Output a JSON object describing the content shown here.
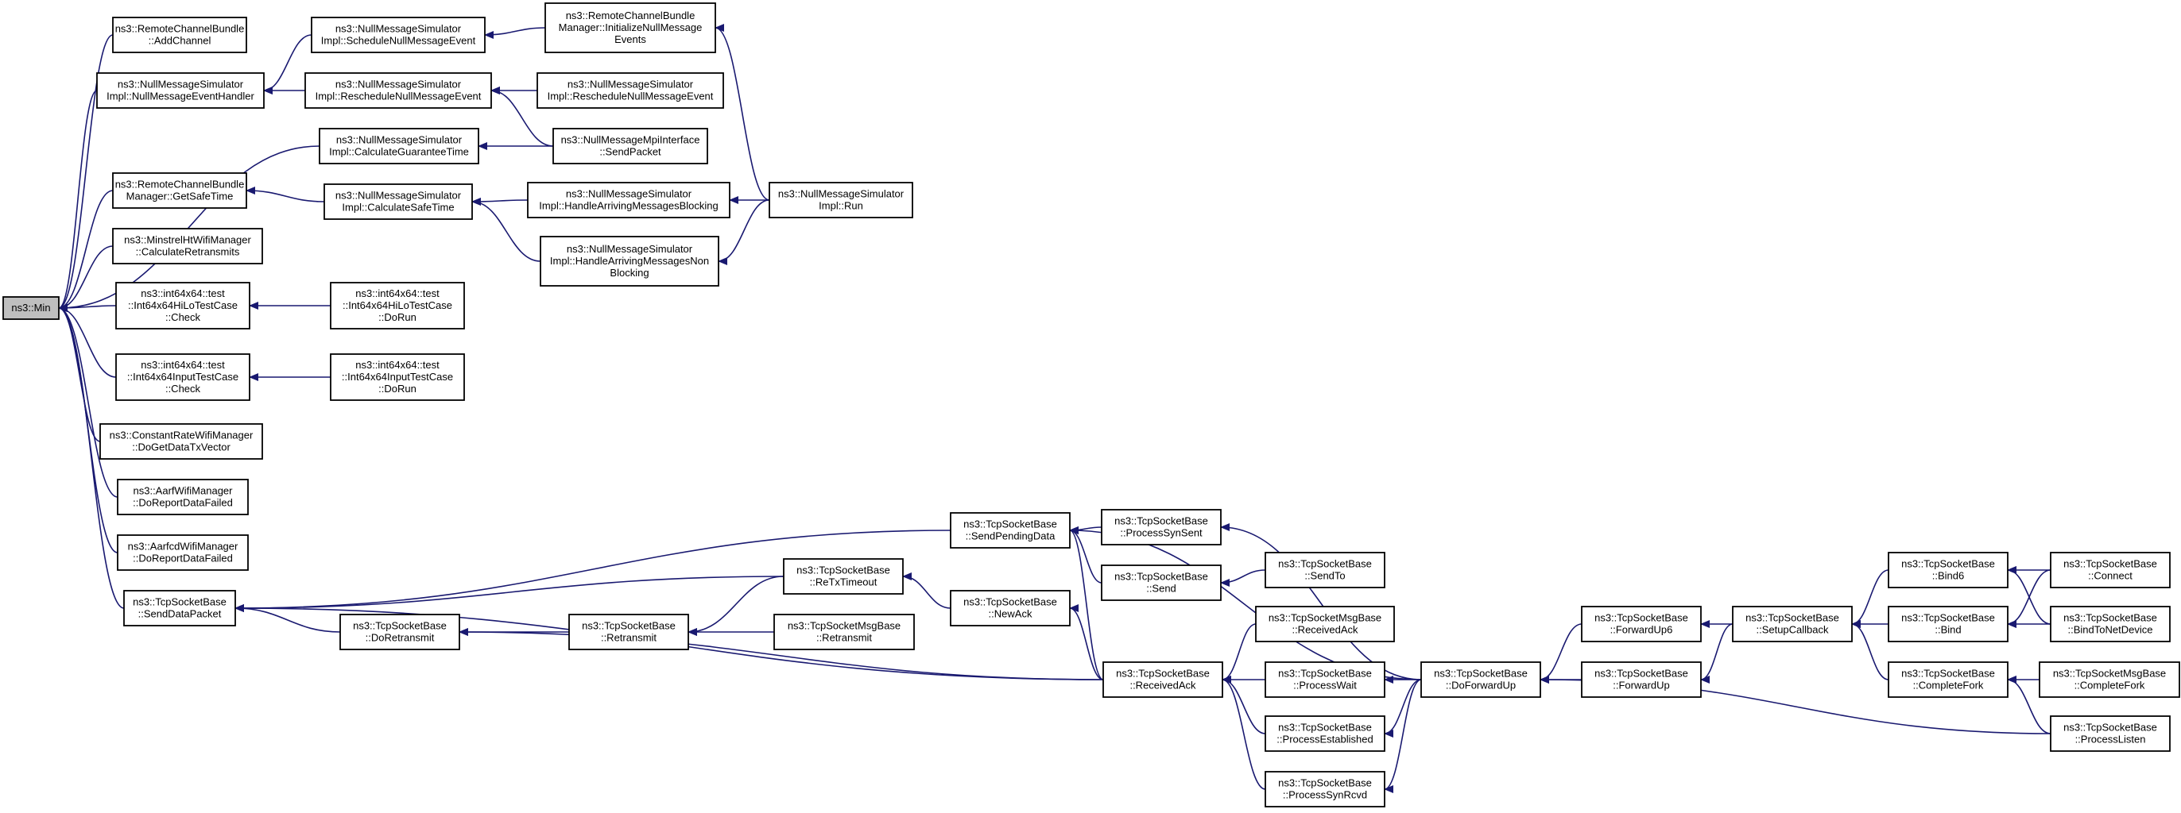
{
  "diagram": {
    "nodes": [
      {
        "id": "min",
        "lines": [
          "ns3::Min"
        ],
        "root": true
      },
      {
        "id": "addch",
        "lines": [
          "ns3::RemoteChannelBundle",
          "::AddChannel"
        ]
      },
      {
        "id": "nmhandler",
        "lines": [
          "ns3::NullMessageSimulator",
          "Impl::NullMessageEventHandler"
        ]
      },
      {
        "id": "calcguar",
        "lines": [
          "ns3::NullMessageSimulator",
          "Impl::CalculateGuaranteeTime"
        ]
      },
      {
        "id": "getsafe",
        "lines": [
          "ns3::RemoteChannelBundle",
          "Manager::GetSafeTime"
        ]
      },
      {
        "id": "minstrel",
        "lines": [
          "ns3::MinstrelHtWifiManager",
          "::CalculateRetransmits"
        ]
      },
      {
        "id": "hilocheck",
        "lines": [
          "ns3::int64x64::test",
          "::Int64x64HiLoTestCase",
          "::Check"
        ]
      },
      {
        "id": "inputcheck",
        "lines": [
          "ns3::int64x64::test",
          "::Int64x64InputTestCase",
          "::Check"
        ]
      },
      {
        "id": "constrate",
        "lines": [
          "ns3::ConstantRateWifiManager",
          "::DoGetDataTxVector"
        ]
      },
      {
        "id": "aarf",
        "lines": [
          "ns3::AarfWifiManager",
          "::DoReportDataFailed"
        ]
      },
      {
        "id": "aarfcd",
        "lines": [
          "ns3::AarfcdWifiManager",
          "::DoReportDataFailed"
        ]
      },
      {
        "id": "senddata",
        "lines": [
          "ns3::TcpSocketBase",
          "::SendDataPacket"
        ]
      },
      {
        "id": "schednull",
        "lines": [
          "ns3::NullMessageSimulator",
          "Impl::ScheduleNullMessageEvent"
        ]
      },
      {
        "id": "reschedA",
        "lines": [
          "ns3::NullMessageSimulator",
          "Impl::RescheduleNullMessageEvent"
        ]
      },
      {
        "id": "calcsafe",
        "lines": [
          "ns3::NullMessageSimulator",
          "Impl::CalculateSafeTime"
        ]
      },
      {
        "id": "hilorun",
        "lines": [
          "ns3::int64x64::test",
          "::Int64x64HiLoTestCase",
          "::DoRun"
        ]
      },
      {
        "id": "inputrun",
        "lines": [
          "ns3::int64x64::test",
          "::Int64x64InputTestCase",
          "::DoRun"
        ]
      },
      {
        "id": "initnull",
        "lines": [
          "ns3::RemoteChannelBundle",
          "Manager::InitializeNullMessage",
          "Events"
        ]
      },
      {
        "id": "reschedB",
        "lines": [
          "ns3::NullMessageSimulator",
          "Impl::RescheduleNullMessageEvent"
        ]
      },
      {
        "id": "mpisend",
        "lines": [
          "ns3::NullMessageMpiInterface",
          "::SendPacket"
        ]
      },
      {
        "id": "harrblock",
        "lines": [
          "ns3::NullMessageSimulator",
          "Impl::HandleArrivingMessagesBlocking"
        ]
      },
      {
        "id": "harrnon",
        "lines": [
          "ns3::NullMessageSimulator",
          "Impl::HandleArrivingMessagesNon",
          "Blocking"
        ]
      },
      {
        "id": "simrun",
        "lines": [
          "ns3::NullMessageSimulator",
          "Impl::Run"
        ]
      },
      {
        "id": "doretrans",
        "lines": [
          "ns3::TcpSocketBase",
          "::DoRetransmit"
        ]
      },
      {
        "id": "retrans",
        "lines": [
          "ns3::TcpSocketBase",
          "::Retransmit"
        ]
      },
      {
        "id": "rtxtimeout",
        "lines": [
          "ns3::TcpSocketBase",
          "::ReTxTimeout"
        ]
      },
      {
        "id": "msgretrans",
        "lines": [
          "ns3::TcpSocketMsgBase",
          "::Retransmit"
        ]
      },
      {
        "id": "sendpending",
        "lines": [
          "ns3::TcpSocketBase",
          "::SendPendingData"
        ]
      },
      {
        "id": "newack",
        "lines": [
          "ns3::TcpSocketBase",
          "::NewAck"
        ]
      },
      {
        "id": "recvack",
        "lines": [
          "ns3::TcpSocketBase",
          "::ReceivedAck"
        ]
      },
      {
        "id": "synsent",
        "lines": [
          "ns3::TcpSocketBase",
          "::ProcessSynSent"
        ]
      },
      {
        "id": "send",
        "lines": [
          "ns3::TcpSocketBase",
          "::Send"
        ]
      },
      {
        "id": "sendto",
        "lines": [
          "ns3::TcpSocketBase",
          "::SendTo"
        ]
      },
      {
        "id": "msgrecvack",
        "lines": [
          "ns3::TcpSocketMsgBase",
          "::ReceivedAck"
        ]
      },
      {
        "id": "pwait",
        "lines": [
          "ns3::TcpSocketBase",
          "::ProcessWait"
        ]
      },
      {
        "id": "pestab",
        "lines": [
          "ns3::TcpSocketBase",
          "::ProcessEstablished"
        ]
      },
      {
        "id": "psynrcvd",
        "lines": [
          "ns3::TcpSocketBase",
          "::ProcessSynRcvd"
        ]
      },
      {
        "id": "dofwd",
        "lines": [
          "ns3::TcpSocketBase",
          "::DoForwardUp"
        ]
      },
      {
        "id": "fwd6",
        "lines": [
          "ns3::TcpSocketBase",
          "::ForwardUp6"
        ]
      },
      {
        "id": "fwd",
        "lines": [
          "ns3::TcpSocketBase",
          "::ForwardUp"
        ]
      },
      {
        "id": "setupcb",
        "lines": [
          "ns3::TcpSocketBase",
          "::SetupCallback"
        ]
      },
      {
        "id": "bind6",
        "lines": [
          "ns3::TcpSocketBase",
          "::Bind6"
        ]
      },
      {
        "id": "bind",
        "lines": [
          "ns3::TcpSocketBase",
          "::Bind"
        ]
      },
      {
        "id": "completefork",
        "lines": [
          "ns3::TcpSocketBase",
          "::CompleteFork"
        ]
      },
      {
        "id": "connect",
        "lines": [
          "ns3::TcpSocketBase",
          "::Connect"
        ]
      },
      {
        "id": "bindtonet",
        "lines": [
          "ns3::TcpSocketBase",
          "::BindToNetDevice"
        ]
      },
      {
        "id": "msgcomplete",
        "lines": [
          "ns3::TcpSocketMsgBase",
          "::CompleteFork"
        ]
      },
      {
        "id": "plisten",
        "lines": [
          "ns3::TcpSocketBase",
          "::ProcessListen"
        ]
      }
    ],
    "edges": [
      [
        "addch",
        "min"
      ],
      [
        "nmhandler",
        "min"
      ],
      [
        "calcguar",
        "min"
      ],
      [
        "getsafe",
        "min"
      ],
      [
        "minstrel",
        "min"
      ],
      [
        "hilocheck",
        "min"
      ],
      [
        "inputcheck",
        "min"
      ],
      [
        "constrate",
        "min"
      ],
      [
        "aarf",
        "min"
      ],
      [
        "aarfcd",
        "min"
      ],
      [
        "senddata",
        "min"
      ],
      [
        "schednull",
        "nmhandler"
      ],
      [
        "reschedA",
        "nmhandler"
      ],
      [
        "initnull",
        "schednull"
      ],
      [
        "reschedB",
        "reschedA"
      ],
      [
        "mpisend",
        "reschedA"
      ],
      [
        "mpisend",
        "calcguar"
      ],
      [
        "calcsafe",
        "getsafe"
      ],
      [
        "harrblock",
        "calcsafe"
      ],
      [
        "harrnon",
        "calcsafe"
      ],
      [
        "simrun",
        "harrblock"
      ],
      [
        "simrun",
        "harrnon"
      ],
      [
        "simrun",
        "initnull"
      ],
      [
        "hilorun",
        "hilocheck"
      ],
      [
        "inputrun",
        "inputcheck"
      ],
      [
        "sendpending",
        "senddata"
      ],
      [
        "rtxtimeout",
        "senddata"
      ],
      [
        "doretrans",
        "senddata"
      ],
      [
        "recvack",
        "senddata"
      ],
      [
        "retrans",
        "doretrans"
      ],
      [
        "recvack",
        "doretrans"
      ],
      [
        "rtxtimeout",
        "retrans"
      ],
      [
        "msgretrans",
        "retrans"
      ],
      [
        "newack",
        "rtxtimeout"
      ],
      [
        "recvack",
        "newack"
      ],
      [
        "synsent",
        "sendpending"
      ],
      [
        "send",
        "sendpending"
      ],
      [
        "recvack",
        "sendpending"
      ],
      [
        "dofwd",
        "sendpending"
      ],
      [
        "sendto",
        "send"
      ],
      [
        "dofwd",
        "synsent"
      ],
      [
        "msgrecvack",
        "recvack"
      ],
      [
        "pwait",
        "recvack"
      ],
      [
        "pestab",
        "recvack"
      ],
      [
        "psynrcvd",
        "recvack"
      ],
      [
        "dofwd",
        "pwait"
      ],
      [
        "dofwd",
        "pestab"
      ],
      [
        "dofwd",
        "psynrcvd"
      ],
      [
        "fwd6",
        "dofwd"
      ],
      [
        "fwd",
        "dofwd"
      ],
      [
        "plisten",
        "dofwd"
      ],
      [
        "setupcb",
        "fwd6"
      ],
      [
        "setupcb",
        "fwd"
      ],
      [
        "bind6",
        "setupcb"
      ],
      [
        "bind",
        "setupcb"
      ],
      [
        "completefork",
        "setupcb"
      ],
      [
        "connect",
        "bind6"
      ],
      [
        "bindtonet",
        "bind6"
      ],
      [
        "connect",
        "bind"
      ],
      [
        "bindtonet",
        "bind"
      ],
      [
        "msgcomplete",
        "completefork"
      ],
      [
        "plisten",
        "completefork"
      ]
    ]
  }
}
